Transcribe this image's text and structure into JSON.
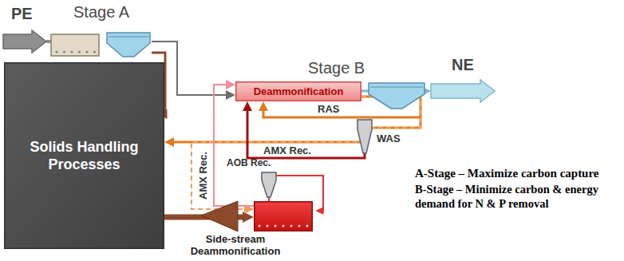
{
  "diagram": {
    "nodes": [
      {
        "text": [
          "PE"
        ]
      },
      {
        "text": [
          "Stage A"
        ]
      },
      {
        "text": [
          "Deammonification"
        ]
      },
      {
        "text": [
          "NE"
        ]
      },
      {
        "text": [
          "Solids Handling Processes"
        ]
      },
      {
        "text": [
          "Side-stream Deammonification"
        ]
      }
    ],
    "edges": [
      {
        "from": 0,
        "to": 1,
        "arrow": "none"
      },
      {
        "from": 1,
        "to": 2,
        "arrow": "to"
      },
      {
        "from": 1,
        "to": 4,
        "arrow": "to"
      },
      {
        "from": 2,
        "to": 3,
        "arrow": "to"
      },
      {
        "from": 2,
        "to": 4,
        "arrow": "to"
      },
      {
        "from": 4,
        "to": 5,
        "arrow": "to"
      },
      {
        "from": 2,
        "to": 5,
        "arrow": "to"
      },
      {
        "from": 5,
        "to": 2,
        "arrow": "to"
      }
    ],
    "labels": [
      "Stage B",
      "RAS",
      "WAS",
      "AMX Rec.",
      "AMX Rec.",
      "AOB Rec.",
      "A-Stage – Maximize carbon capture",
      "B-Stage – Minimize carbon & energy demand for N & P removal"
    ]
  }
}
